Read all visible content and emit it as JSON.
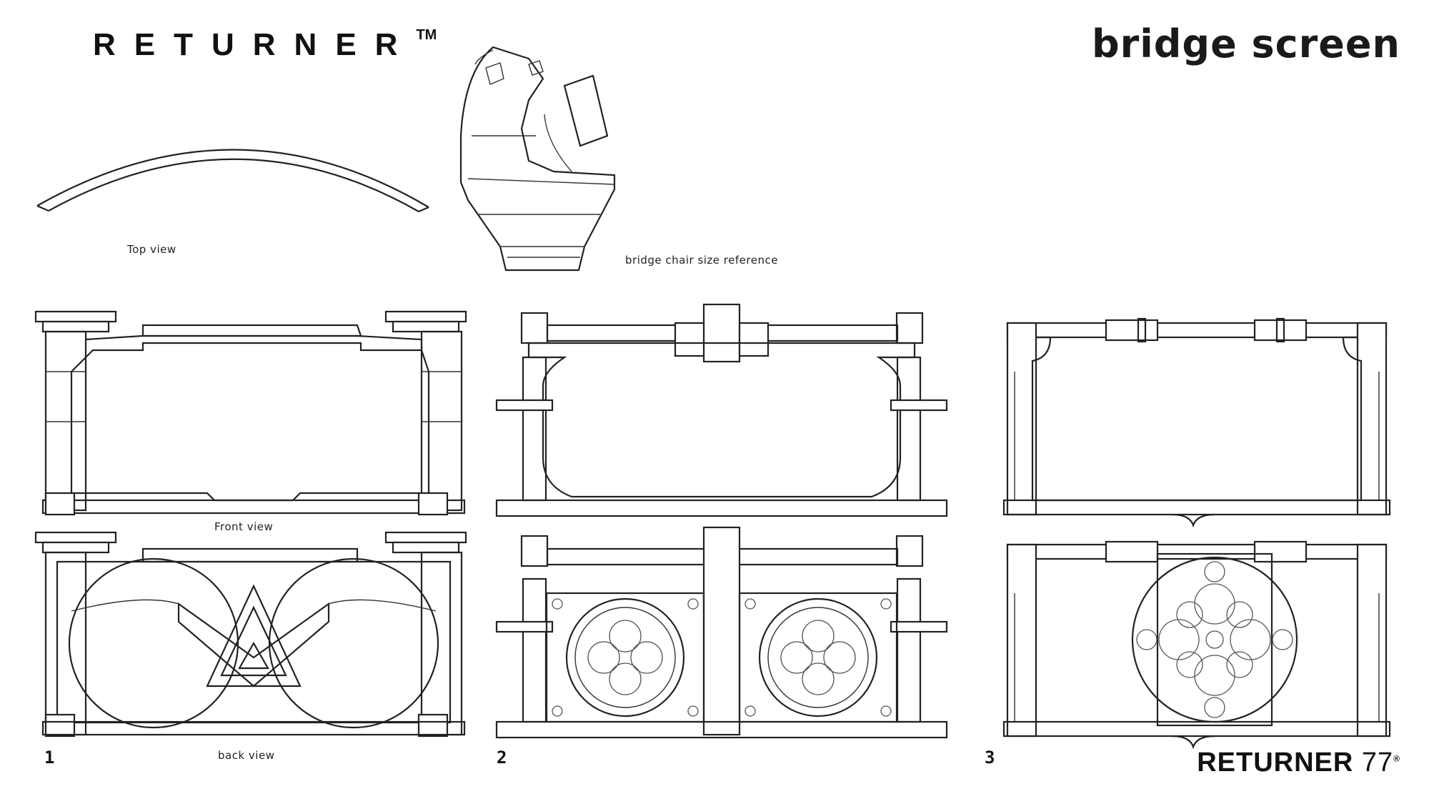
{
  "header": {
    "brand_logo": "RETURNER",
    "brand_tm": "TM",
    "title": "bridge screen"
  },
  "captions": {
    "top_view": "Top view",
    "chair_reference": "bridge chair size reference",
    "front_view": "Front view",
    "back_view": "back view"
  },
  "variants": {
    "v1": "1",
    "v2": "2",
    "v3": "3"
  },
  "footer": {
    "logo_word": "RETURNER",
    "logo_number": "77",
    "logo_reg": "®"
  }
}
